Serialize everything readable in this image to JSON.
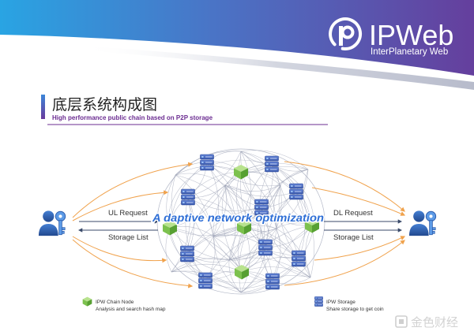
{
  "header": {
    "brand_name": "IPWeb",
    "brand_tagline": "InterPlanetary Web"
  },
  "title": {
    "main": "底层系统构成图",
    "subtitle": "High performance public chain based on P2P storage"
  },
  "diagram": {
    "left_flow": {
      "request_label": "UL Request",
      "response_label": "Storage List"
    },
    "right_flow": {
      "request_label": "DL Request",
      "response_label": "Storage List"
    },
    "center_label": "A daptive network optimization",
    "legend": [
      {
        "icon": "green-cube-icon",
        "title": "IPW Chain Node",
        "description": "Analysis and search hash map"
      },
      {
        "icon": "server-stack-icon",
        "title": "IPW Storage",
        "description": "Share storage to get coin"
      }
    ]
  },
  "watermark": {
    "text": "金色财经"
  },
  "colors": {
    "header_gradient_start": "#29a4e3",
    "header_gradient_end": "#653f9d",
    "accent_purple": "#6b2c91",
    "storage_node_blue": "#4b6cc7",
    "chain_node_green": "#7cc14e",
    "flow_arrow_orange": "#f0a24c",
    "center_label_blue": "#2f6fd6"
  }
}
